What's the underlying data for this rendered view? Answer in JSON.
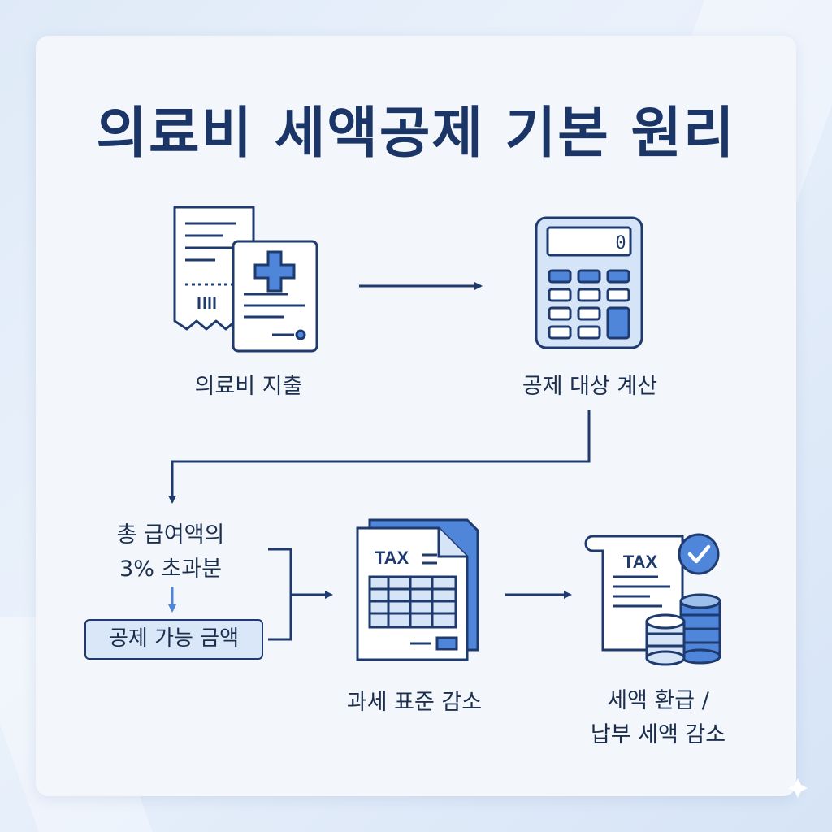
{
  "title": "의료비 세액공제 기본 원리",
  "steps": {
    "spend": {
      "label": "의료비 지출"
    },
    "calc": {
      "label": "공제 대상 계산",
      "display": "0"
    },
    "threshold": {
      "line1": "총 급여액의",
      "line2": "3% 초과분"
    },
    "deductible": {
      "label": "공제 가능 금액"
    },
    "base": {
      "label": "과세 표준 감소",
      "doc_text": "TAX"
    },
    "refund": {
      "line1": "세액 환급 /",
      "line2": "납부 세액 감소",
      "doc_text": "TAX"
    }
  },
  "colors": {
    "navy": "#1e3a6e",
    "accent": "#4f86d9",
    "light": "#d5e4f7"
  },
  "icons": {
    "receipt": "receipt-icon",
    "medical_document": "medical-document-icon",
    "calculator": "calculator-icon",
    "tax_form": "tax-form-icon",
    "tax_refund": "tax-refund-icon",
    "check": "check-circle-icon",
    "coins": "coin-stack-icon"
  }
}
